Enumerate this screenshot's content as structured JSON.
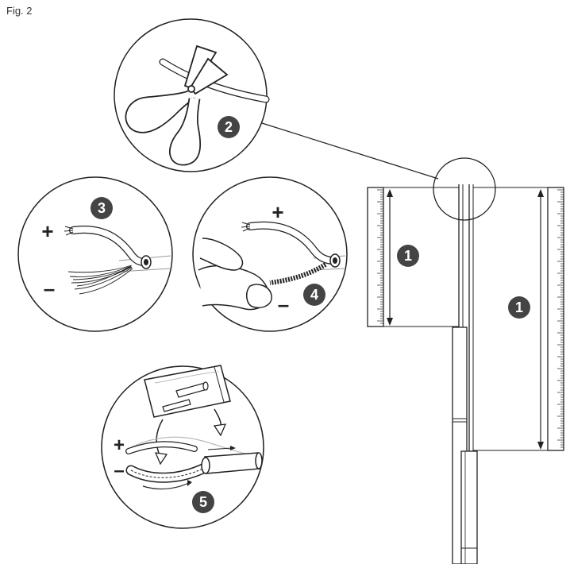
{
  "figure": {
    "label": "Fig. 2"
  },
  "steps": {
    "step1": "1",
    "step2": "2",
    "step3": "3",
    "step4": "4",
    "step5": "5"
  },
  "polarity": {
    "plus": "+",
    "minus": "–"
  },
  "colors": {
    "line": "#222222",
    "badge": "#444444",
    "badge_text": "#ffffff"
  }
}
